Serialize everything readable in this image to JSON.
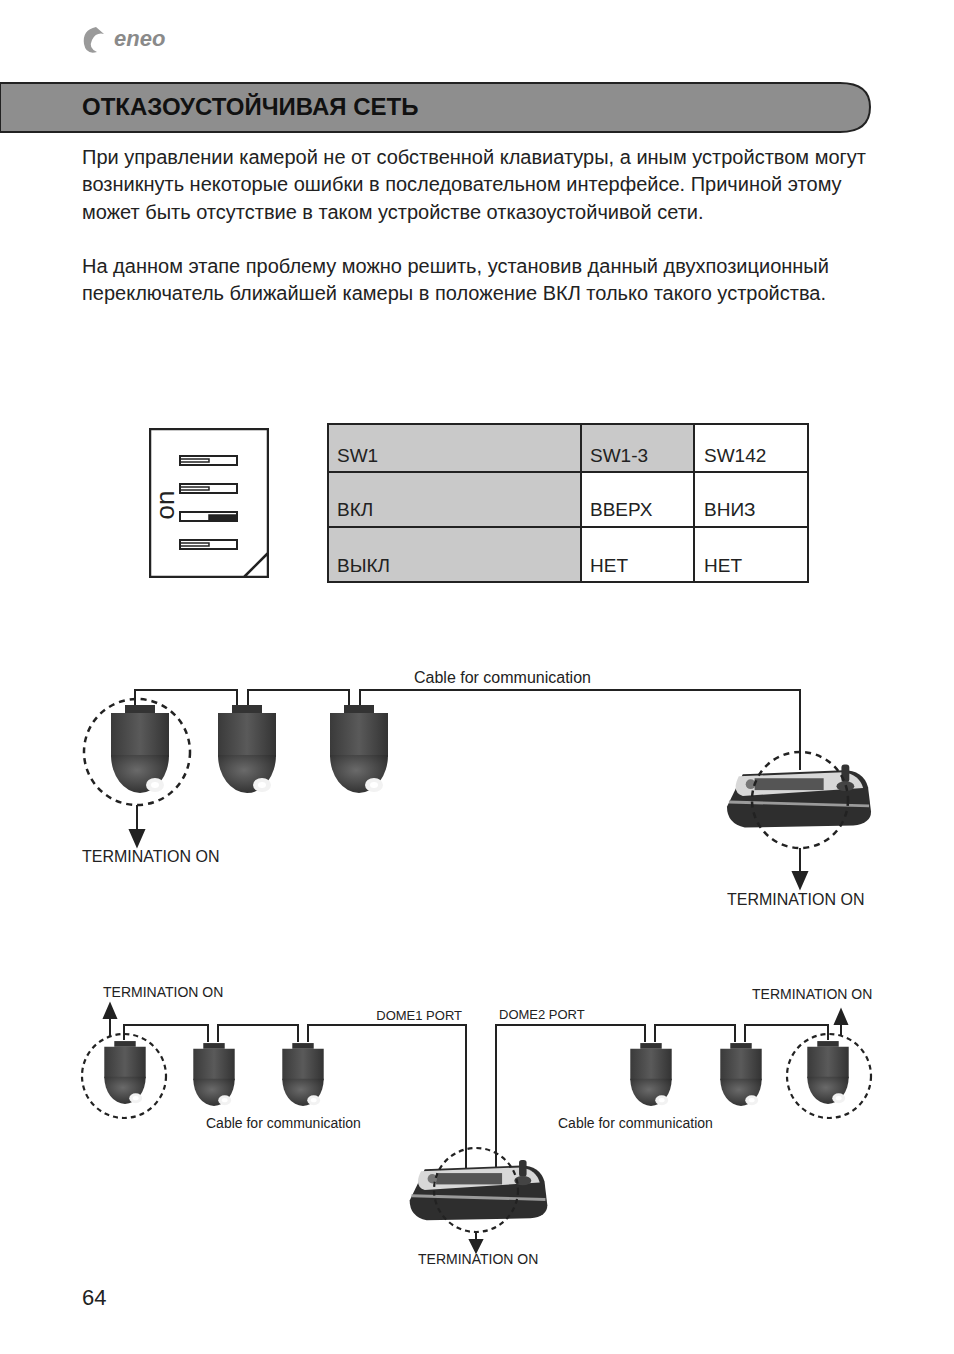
{
  "diagram": {
    "title": "ОТКАЗОУСТОЙЧИВАЯ СЕТЬ",
    "nodes": [
      {
        "text": [
          "on"
        ]
      }
    ],
    "labels": [
      "eneo",
      "При управлении камерой не от собственной клавиатуры, а иным устройством могут возникнуть некоторые ошибки в последовательном интерфейсе. Причиной этому может быть отсутствие в таком устройстве отказоустойчивой сети.",
      "На данном этапе проблему можно решить, установив данный двухпозиционный переключатель ближайшей камеры в положение ВКЛ только такого устройства.",
      "SW1",
      "SW1-3",
      "SW142",
      "ВКЛ",
      "ВВЕРХ",
      "ВНИЗ",
      "ВЫКЛ",
      "НЕТ",
      "НЕТ",
      "Cable for communication",
      "TERMINATION ON",
      "TERMINATION ON",
      "TERMINATION ON",
      "DOME1 PORT",
      "DOME2 PORT",
      "TERMINATION ON",
      "Cable for communication",
      "Cable for communication",
      "TERMINATION ON",
      "64"
    ]
  }
}
